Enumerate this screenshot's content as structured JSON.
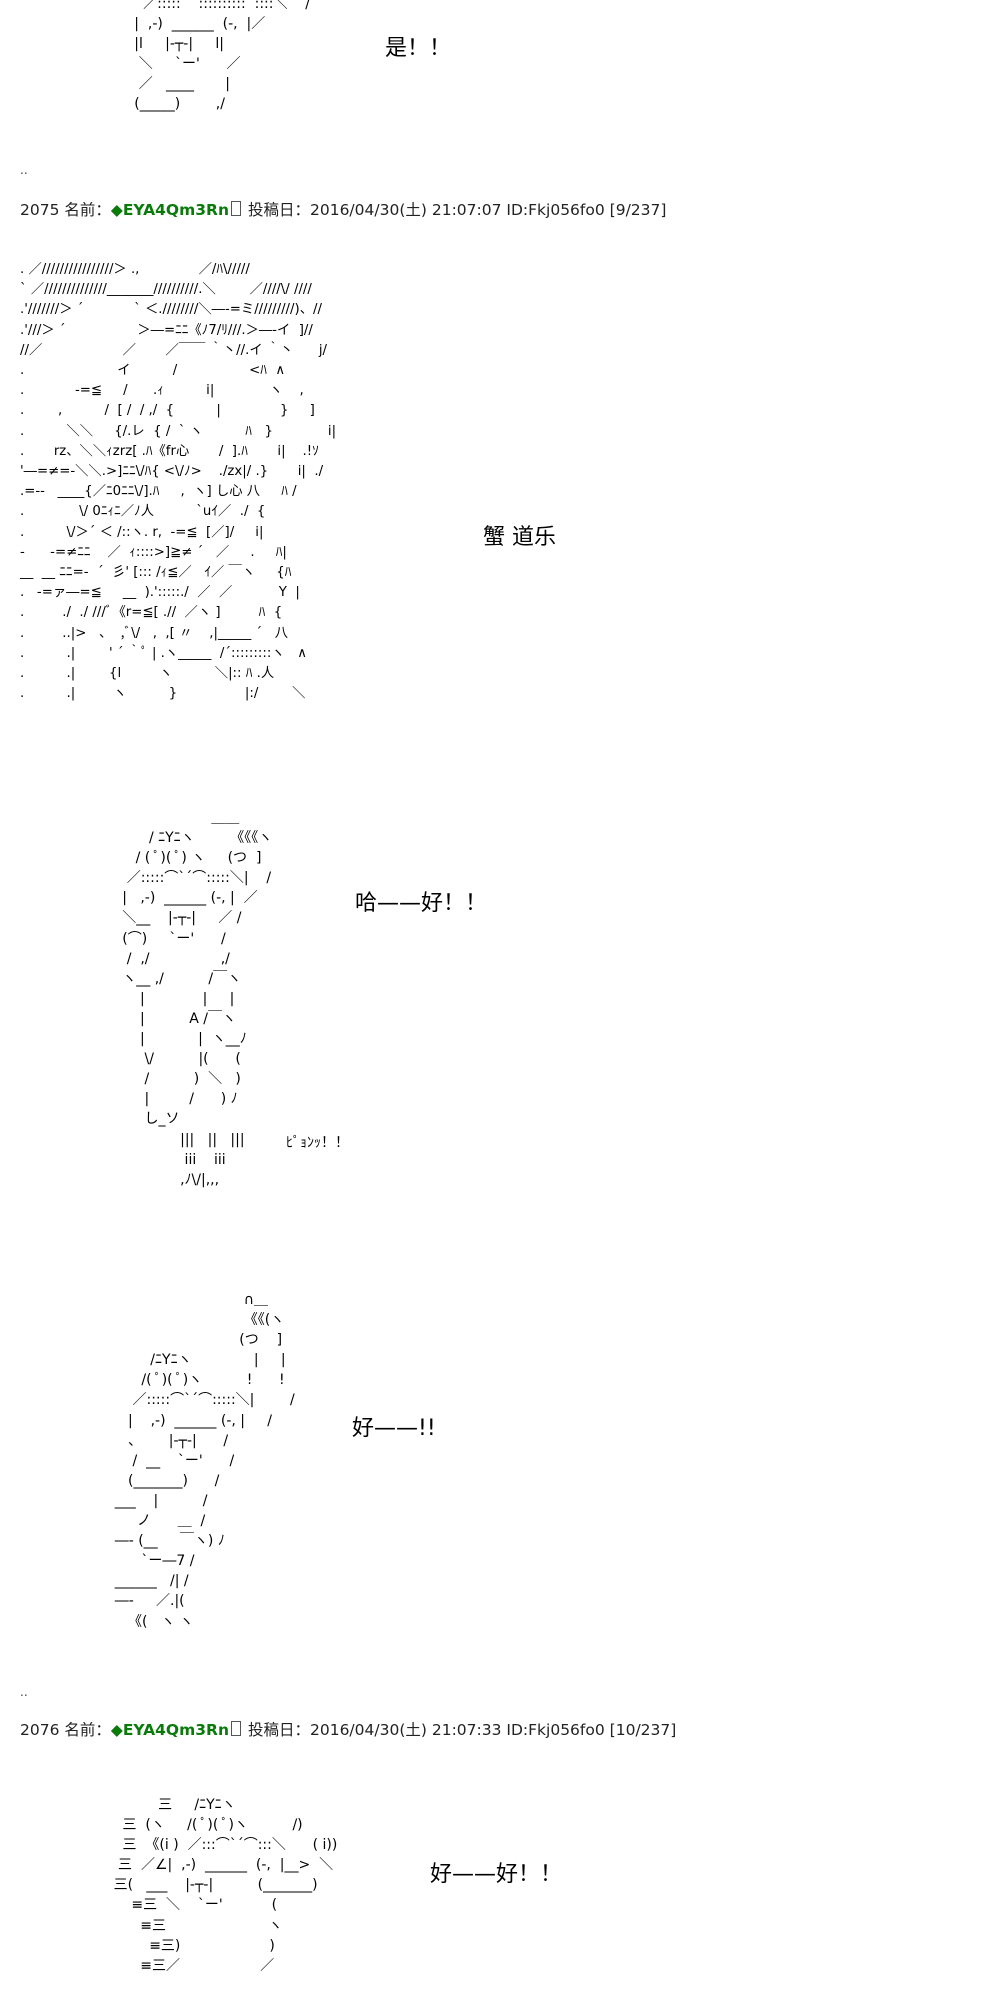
{
  "aa1": {
    "art": "       ／:::::    ::::::::::  ::::＼    /\n     |  ,-)  ______  (-,  |／\n     |l     |-┬-|     l|\n      ＼     `ー'      ／\n      ／   ____       |\n     (_____)        ,/",
    "speech": "是！！"
  },
  "post2075": {
    "dots": "..",
    "number": "2075",
    "name_label": "名前：",
    "name": "◆EYA4Qm3Rn",
    "date_label": "投稿日：",
    "date": "2016/04/30(土) 21:07:07",
    "id": "ID:Fkj056fo0",
    "count": "[9/237]"
  },
  "aa2": {
    "art": ". ／////////////////＞ .,              ／/ﾊ\\/////\n` ／//////////////_______//////////.＼        ／////\\/ ////\n.'///////＞ ´            ` ＜.////////＼―‐=ミ/////////)、//\n.'///＞ ´                 ＞―=ﾆﾆ《ﾉ7/ﾘ///.＞―‐イ  ]//\n//／                   ／       ／￣￣ ｀丶//.イ ｀丶      j/\n.                      イ          /                 <ﾊ  ∧\n.            ‐=≦     /      .ｨ          i|             ヽ    ,\n.        ,          /  [ /  / ,/  {          |              }     ]\n.          ＼＼     {/.レ  { /  ` ヽ          ﾊ   }             i|\n.       rz、＼＼ｨzrz[ .ﾊ《fr心       /  ].ﾊ       i|    .!ｿ\n'―=≠=‐＼＼.>]ﾆﾆ\\/ﾊ{ <\\/ﾉ>    ./zx|/ .}       i|  ./\n.=‐‐   ____{／ﾆ0ﾆﾆ\\/].ﾊ     ,  ヽ] し心 八     ﾊ /\n.             \\/ 0ﾆｨﾆ／ﾉ人          `uｲ／  ./  {\n.          \\/＞´ ＜ /::ヽ. r,  ‐=≦  [／]/     i|\n‐      ‐=≠ﾆﾆ    ／  ｨ::::>]≧≠ ´   ／     .     ﾊ|\n__  __ ﾆﾆ=‐  ´  彡' [::: /ｨ≦／   ｲ／ ￣ヽ     {ﾊ\n.   ‐=ァ―=≦     __  ).':::::./  ／  ／           Y  |\n.         ./  ./ ///ﾞ《r=≦[ .//  ／ヽ ]         ﾊ  {\n.         ..|>   、  ,ﾞ\\/   ,  ,[ 〃    ,|_____ ´   八\n.          .|        ' ´ ｀ﾟ | .ヽ_____  /´:::::::::ヽ   ∧\n.          .|        {l         ヽ          ＼|:: ﾊ .人\n.          .|         ヽ          }                |:/        ＼",
    "speech": "蟹 道乐"
  },
  "aa3": {
    "art": "                         ＿＿\n           / ﾆYﾆヽ        《《《ヽ\n        / ( ﾟ)( ﾟ) ヽ     (つ  ]\n      ／:::::⌒`´⌒:::::＼|    /\n     |   ,-)  ______ (-, |  ／\n     ＼__    |-┬-|     ／ /\n     (⌒)     `ー'      /\n      /  ,/                ,/\n     ヽ__ ,/          /￣ヽ\n         |             |     |\n         |          A /￣ヽ\n         |            |  ヽ__ﾉ\n          \\/          |(      (\n          /          )  ＼   )\n          |         /      ) ﾉ\n          し_ソ",
    "foot": "                  |||   ||   |||\n                   iii    iii\n                  ,ﾉ\\/|,,,",
    "piyo": "ﾋﾟｮﾝｯ！！",
    "speech": "哈——好！！"
  },
  "aa4": {
    "art": "                                   ∩＿\n                                   《《(ヽ\n                                  (つ    ]\n              /ﾆYﾆヽ              |     |\n            /( ﾟ)( ﾟ)ヽ          !      !\n          ／:::::⌒`´⌒:::::＼|        /\n         |    ,-)  ______ (-, |     /\n         、      |-┬-|      /\n          /  __    `ー'      /\n         (_______)      /\n      ___    |          /\n           ノ      ＿  /\n      ―‐ (__     ￣ヽ) ﾉ\n            `ー―7 /\n      ______   /| /\n      ―‐     ／.|(\n         《(   ヽ ヽ",
    "speech": "好——!!"
  },
  "post2076": {
    "dots": "..",
    "number": "2076",
    "name_label": "名前：",
    "name": "◆EYA4Qm3Rn",
    "date_label": "投稿日：",
    "date": "2016/04/30(土) 21:07:33",
    "id": "ID:Fkj056fo0",
    "count": "[10/237]"
  },
  "aa5": {
    "art": "                  三     /ﾆYﾆヽ\n          三  (ヽ     /( ﾟ)( ﾟ)ヽ          /)\n          三  《(i )  ／:::⌒`´⌒:::＼      ( i))\n         三  ／∠|  ,-)  ______  (-,  |__>  ＼\n        三(   ___    |-┬-|          (_______)\n            ≡三  ＼    `ー'           (\n              ≡三                       ヽ\n                ≡三)                    )\n              ≡三／                  ／",
    "speech": "好——好！！"
  }
}
